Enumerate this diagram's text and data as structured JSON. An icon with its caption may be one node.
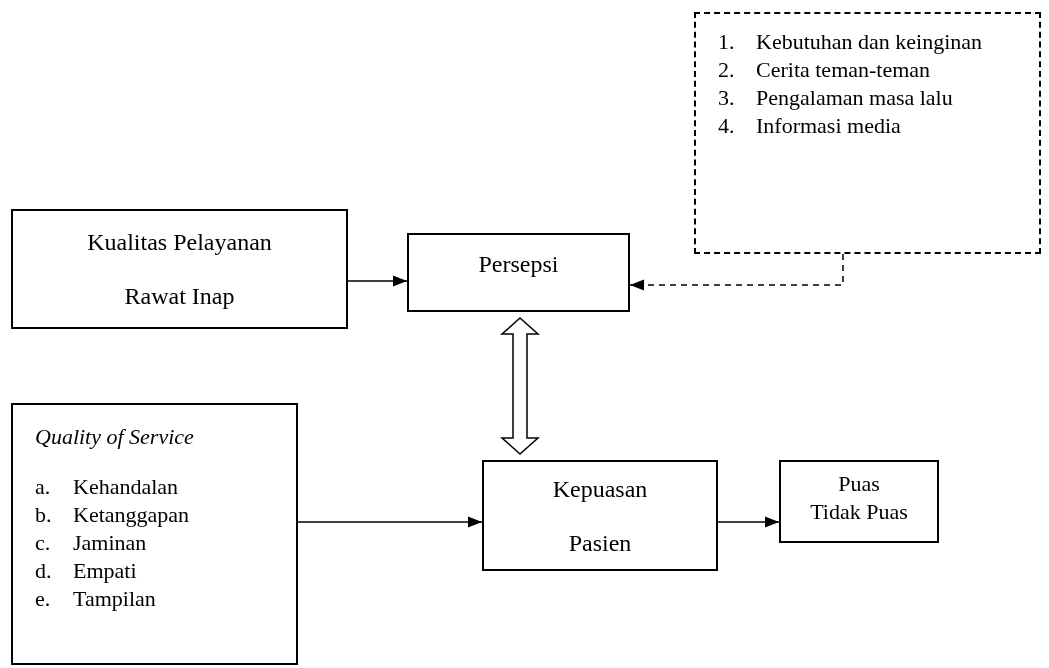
{
  "diagram": {
    "nodes": [
      {
        "text": [
          "Kualitas Pelayanan Rawat Inap"
        ]
      },
      {
        "text": [
          "Persepsi"
        ]
      },
      {
        "text": [
          "1. Kebutuhan dan keinginan",
          "2. Cerita teman-teman",
          "3. Pengalaman masa lalu",
          "4. Informasi media"
        ]
      },
      {
        "text": [
          "*Quality of Service*",
          "a. Kehandalan",
          "b. Ketanggapan",
          "c. Jaminan",
          "d. Empati",
          "e. Tampilan"
        ]
      },
      {
        "text": [
          "Kepuasan Pasien"
        ]
      },
      {
        "text": [
          "Puas",
          "Tidak Puas"
        ]
      }
    ],
    "edges": [
      {
        "from": 0,
        "to": 1,
        "arrow": "to"
      },
      {
        "from": 2,
        "to": 1,
        "arrow": "to",
        "style": "dashed"
      },
      {
        "from": 1,
        "to": 4,
        "arrow": "both",
        "style": "thick"
      },
      {
        "from": 3,
        "to": 4,
        "arrow": "to"
      },
      {
        "from": 4,
        "to": 5,
        "arrow": "to"
      }
    ]
  }
}
